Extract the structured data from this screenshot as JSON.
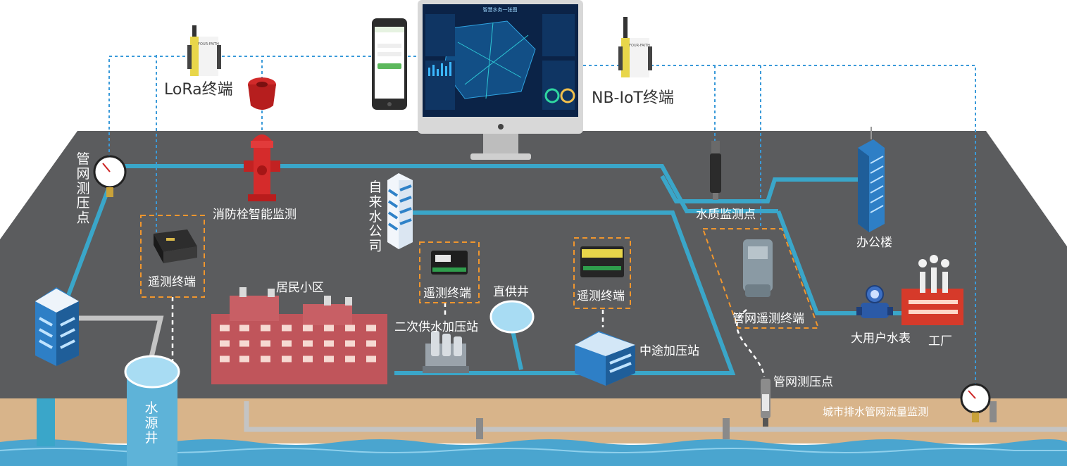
{
  "labels": {
    "lora_terminal": "LoRa终端",
    "nbiot_terminal": "NB-IoT终端",
    "pipe_pressure_point_left": "管网测压点",
    "hydrant_monitoring": "消防栓智能监测",
    "water_company": "自来水公司",
    "water_quality_point": "水质监测点",
    "office_building": "办公楼",
    "remote_terminal_left": "遥测终端",
    "remote_terminal_middle": "遥测终端",
    "remote_terminal_right": "遥测终端",
    "residential_area": "居民小区",
    "secondary_booster": "二次供水加压站",
    "direct_well": "直供井",
    "midway_booster": "中途加压站",
    "pipe_remote_terminal": "管网遥测终端",
    "large_user_meter": "大用户水表",
    "factory": "工厂",
    "water_source_well": "水源井",
    "pipe_pressure_point_bottom": "管网测压点",
    "drainage_flow_monitoring": "城市排水管网流量监测"
  },
  "device_text": {
    "dashboard_title": "智慧水务一张图",
    "lora_device_brand": "FOUR-FAITH",
    "nbiot_device_brand": "FOUR-FAITH"
  },
  "colors": {
    "ground": "#5b5c5e",
    "pipe": "#3aa6c9",
    "dotted_link": "#3a9ad9",
    "highlight_box": "#f0962e",
    "soil": "#d8b48a",
    "water": "#4aa5cf"
  }
}
